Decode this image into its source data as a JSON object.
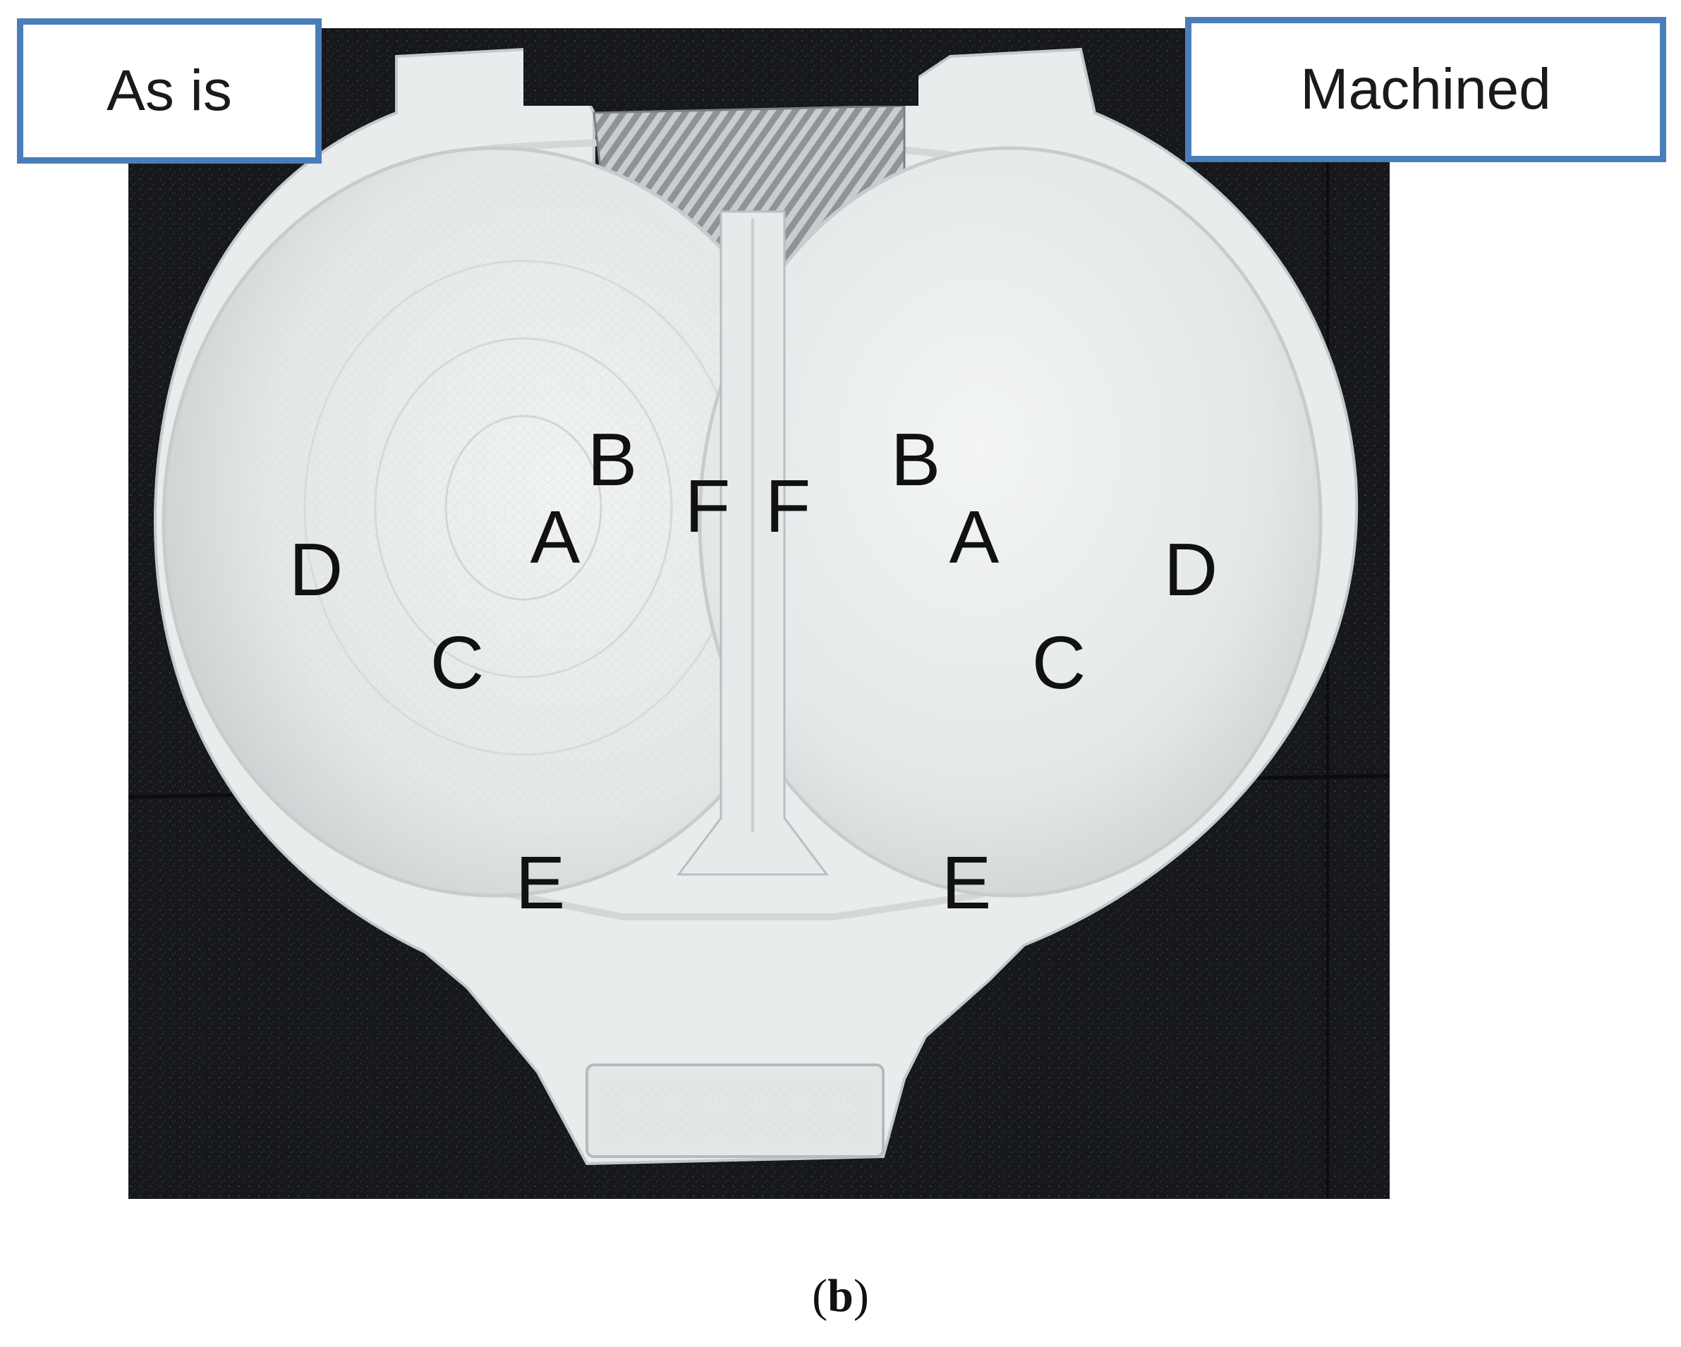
{
  "labels": {
    "left_panel": "As is",
    "right_panel": "Machined"
  },
  "regions": {
    "left": {
      "A": "A",
      "B": "B",
      "C": "C",
      "D": "D",
      "E": "E",
      "F": "F"
    },
    "right": {
      "A": "A",
      "B": "B",
      "C": "C",
      "D": "D",
      "E": "E",
      "F": "F"
    }
  },
  "caption": {
    "open": "(",
    "label": "b",
    "close": ")"
  },
  "colors": {
    "label_border": "#4a7ebb",
    "background_surface": "#17191d",
    "part_material": "#e9ecec"
  }
}
